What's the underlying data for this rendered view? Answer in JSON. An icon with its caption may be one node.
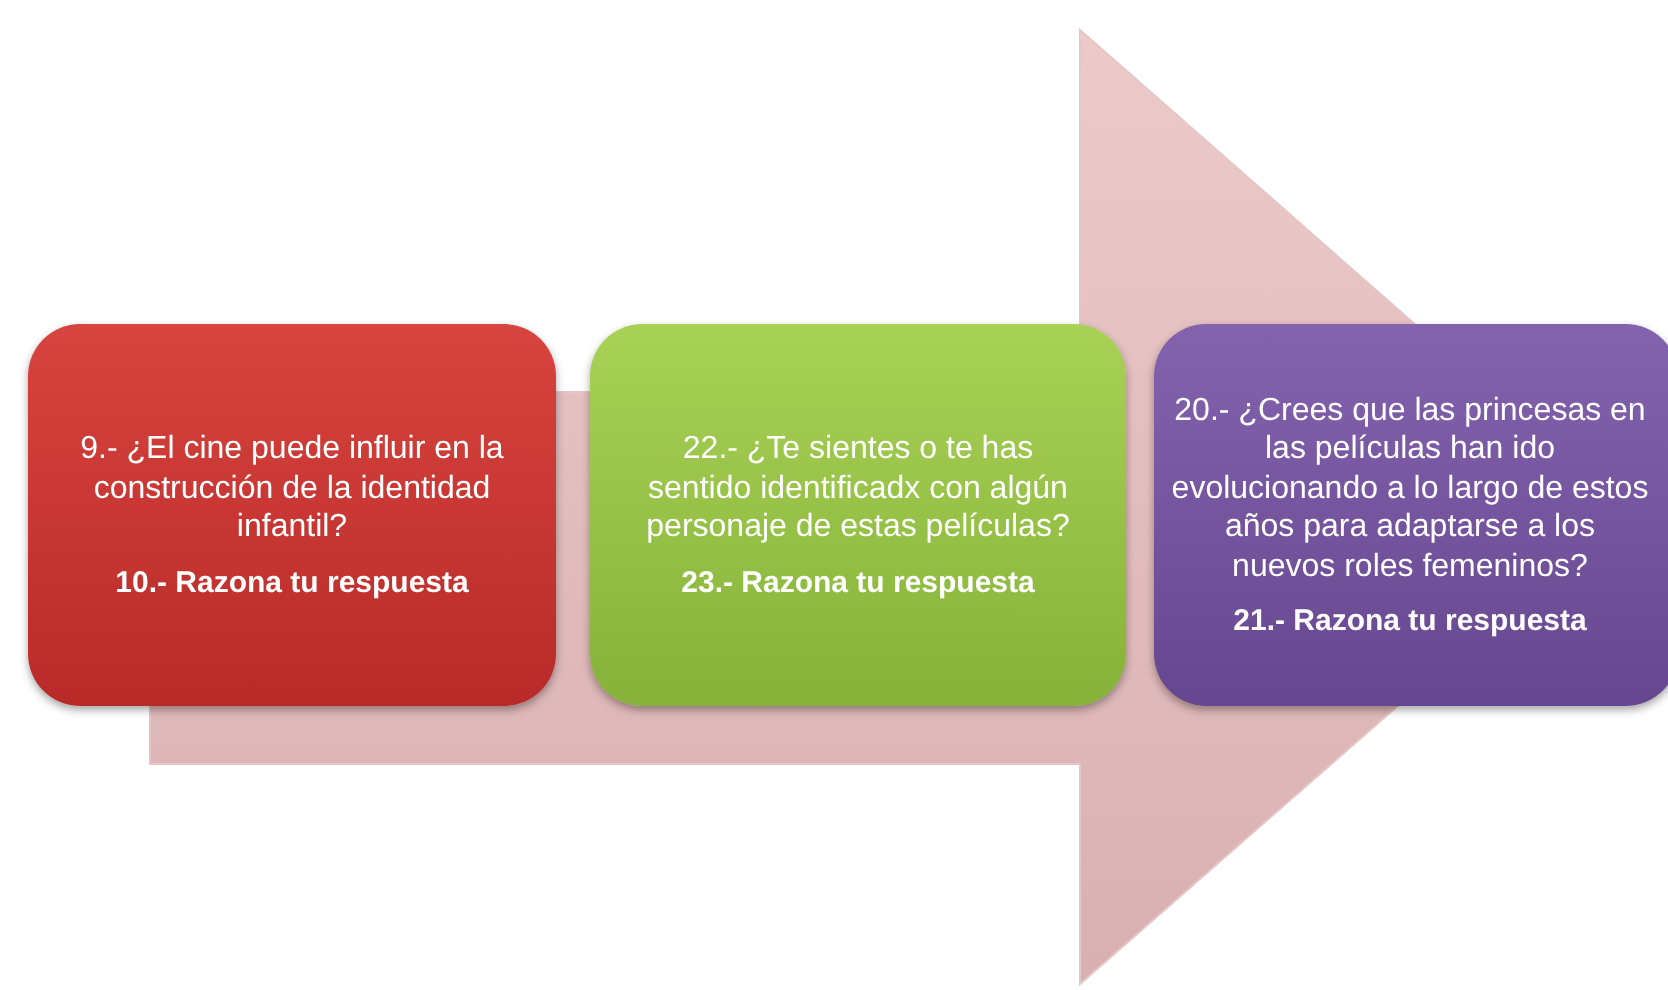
{
  "diagram": {
    "nodes": [
      {
        "text": [
          "9.- ¿El cine puede influir en la construcción de la identidad infantil?",
          "10.- Razona tu respuesta"
        ]
      },
      {
        "text": [
          "22.- ¿Te sientes o te has sentido identificadx con algún personaje de estas películas?",
          "23.- Razona tu respuesta"
        ]
      },
      {
        "text": [
          "20.- ¿Crees que las princesas en las películas han ido evolucionando a lo largo de estos años para adaptarse a los nuevos roles femeninos?",
          "21.- Razona tu respuesta"
        ]
      }
    ],
    "edges": [
      {
        "from": 0,
        "to": 2,
        "arrow": "to"
      }
    ]
  }
}
